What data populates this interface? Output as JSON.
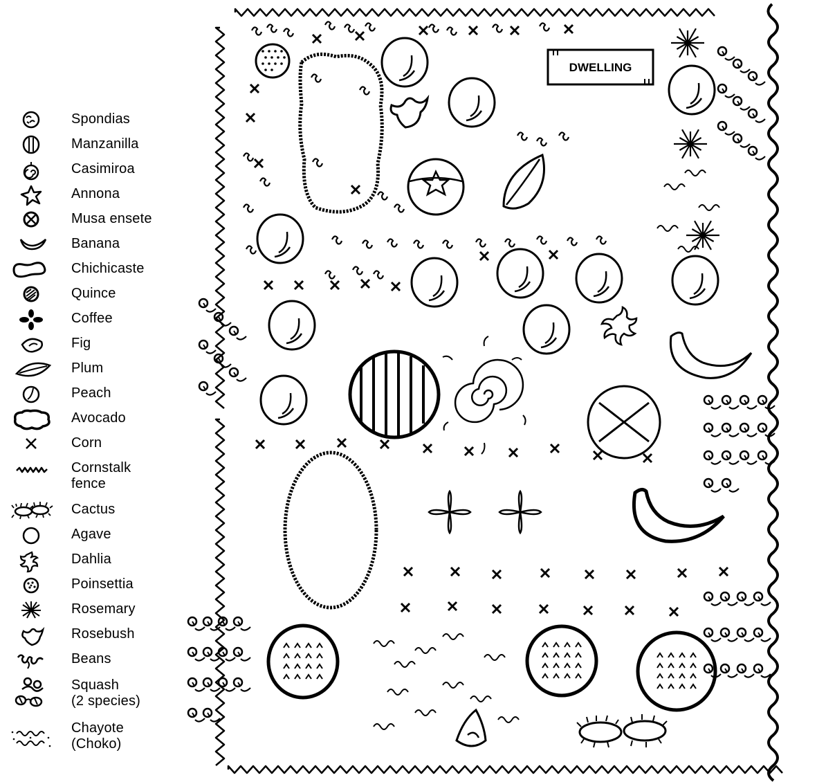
{
  "legend": {
    "items": [
      {
        "icon": "spondias-icon",
        "label": "Spondias"
      },
      {
        "icon": "manzanilla-icon",
        "label": "Manzanilla"
      },
      {
        "icon": "casimiroa-icon",
        "label": "Casimiroa"
      },
      {
        "icon": "annona-icon",
        "label": "Annona"
      },
      {
        "icon": "musa-ensete-icon",
        "label": "Musa ensete"
      },
      {
        "icon": "banana-icon",
        "label": "Banana"
      },
      {
        "icon": "chichicaste-icon",
        "label": "Chichicaste"
      },
      {
        "icon": "quince-icon",
        "label": "Quince"
      },
      {
        "icon": "coffee-icon",
        "label": "Coffee"
      },
      {
        "icon": "fig-icon",
        "label": "Fig"
      },
      {
        "icon": "plum-icon",
        "label": "Plum"
      },
      {
        "icon": "peach-icon",
        "label": "Peach"
      },
      {
        "icon": "avocado-icon",
        "label": "Avocado"
      },
      {
        "icon": "corn-icon",
        "label": "Corn"
      },
      {
        "icon": "cornstalk-fence-icon",
        "label": "Cornstalk",
        "label2": "fence"
      },
      {
        "icon": "cactus-icon",
        "label": "Cactus"
      },
      {
        "icon": "agave-icon",
        "label": "Agave"
      },
      {
        "icon": "dahlia-icon",
        "label": "Dahlia"
      },
      {
        "icon": "poinsettia-icon",
        "label": "Poinsettia"
      },
      {
        "icon": "rosemary-icon",
        "label": "Rosemary"
      },
      {
        "icon": "rosebush-icon",
        "label": "Rosebush"
      },
      {
        "icon": "beans-icon",
        "label": "Beans"
      },
      {
        "icon": "squash-icon",
        "label": "Squash",
        "label2": "(2 species)"
      },
      {
        "icon": "chayote-icon",
        "label": "Chayote",
        "label2": "(Choko)"
      }
    ]
  },
  "plan": {
    "dwelling_label": "DWELLING"
  },
  "colors": {
    "ink": "#000000",
    "paper": "#ffffff"
  }
}
